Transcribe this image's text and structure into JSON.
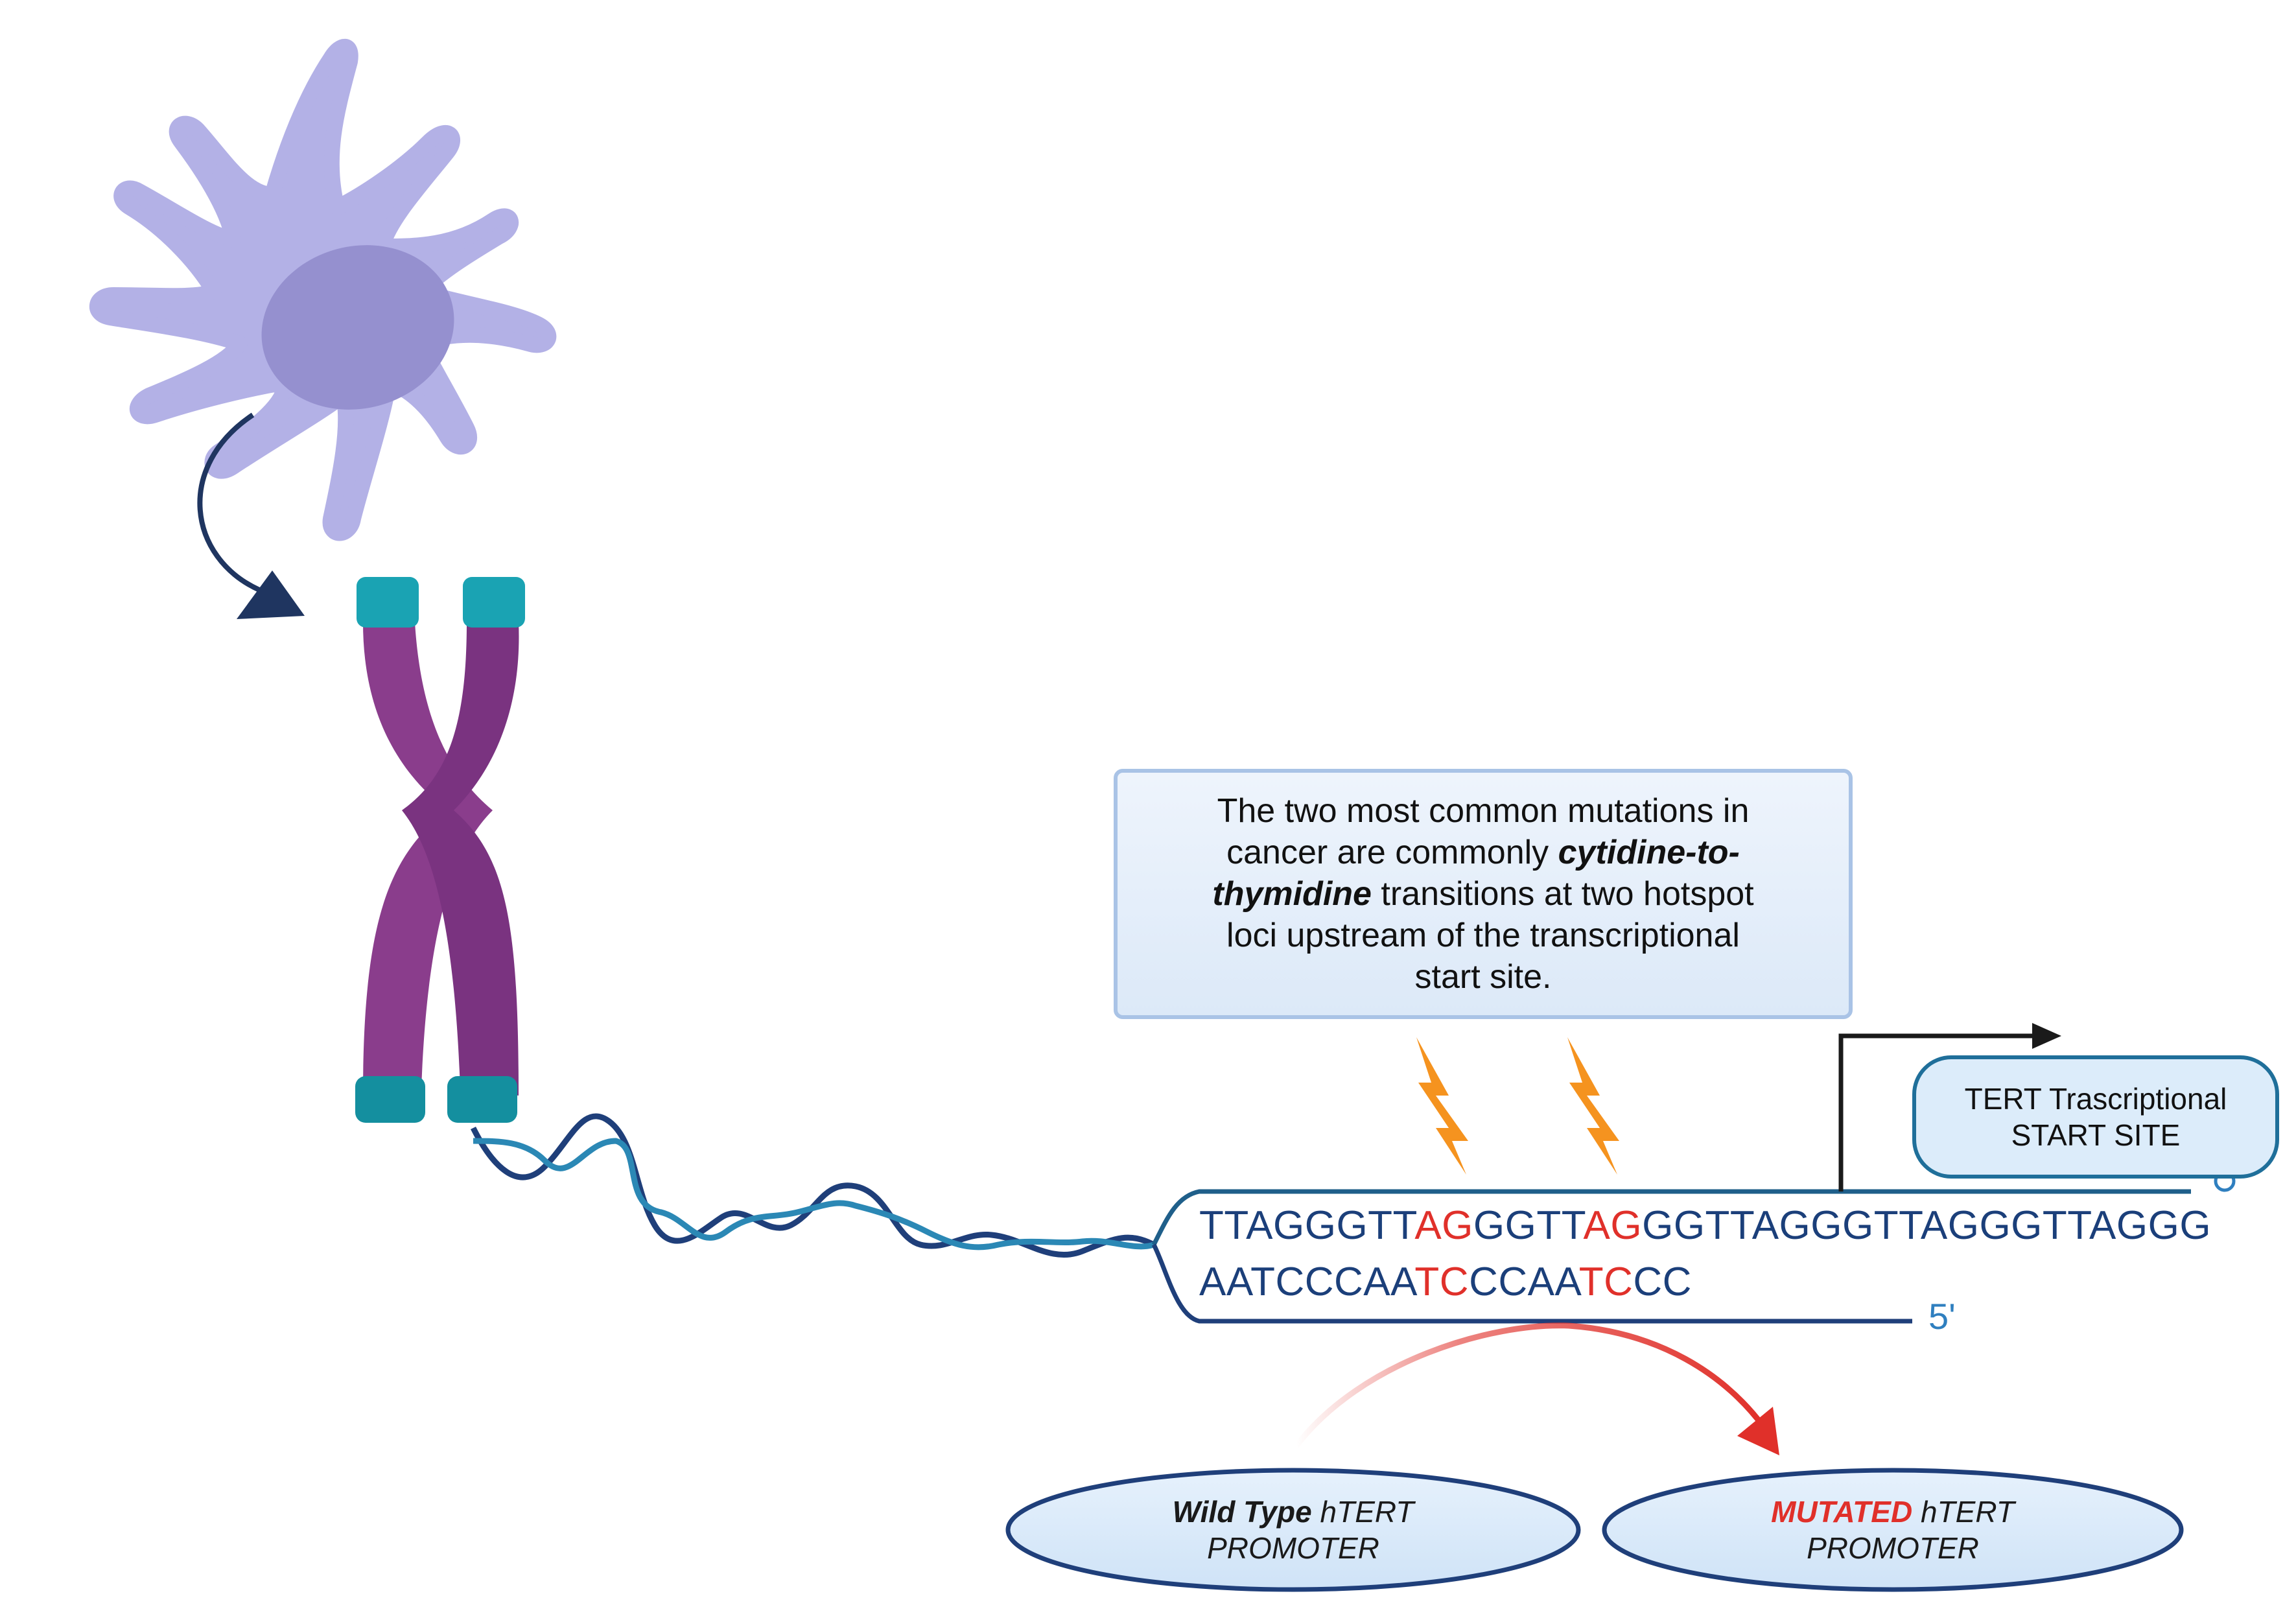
{
  "info_box": {
    "line1": "The two most common mutations in",
    "line2_pre": "cancer are commonly ",
    "line2_em": "cytidine-to-",
    "line3_em": "thymidine",
    "line3_post": " transitions at two hotspot",
    "line4": "loci upstream of the transcriptional",
    "line5": "start site."
  },
  "tss_box": {
    "line1": "TERT Trascriptional",
    "line2": "START SITE"
  },
  "top_strand": {
    "seg1": "TTAGGGTT",
    "mut1": "AG",
    "seg2": "GGTT",
    "mut2": "AG",
    "seg3": "GGTTAGGGTTAGGGTTAGGG"
  },
  "bottom_strand": {
    "seg1": "AATCCCAA",
    "mut1": "TC",
    "seg2": "CCAA",
    "mut2": "TC",
    "seg3": "CC"
  },
  "labels": {
    "five_prime": "5'"
  },
  "promoters": {
    "wild": {
      "em": "Wild Type",
      "rest": " hTERT",
      "line2": "PROMOTER"
    },
    "mutated": {
      "em": "MUTATED",
      "rest": " hTERT",
      "line2": "PROMOTER"
    }
  },
  "colors": {
    "cell": "#b3b1e6",
    "nucleus": "#9590cf",
    "chromosome": "#8a3d8c",
    "telomere": "#1aa3b3",
    "dna": "#1f3f7a",
    "mutation": "#e0302a",
    "bolt": "#f5931f"
  }
}
